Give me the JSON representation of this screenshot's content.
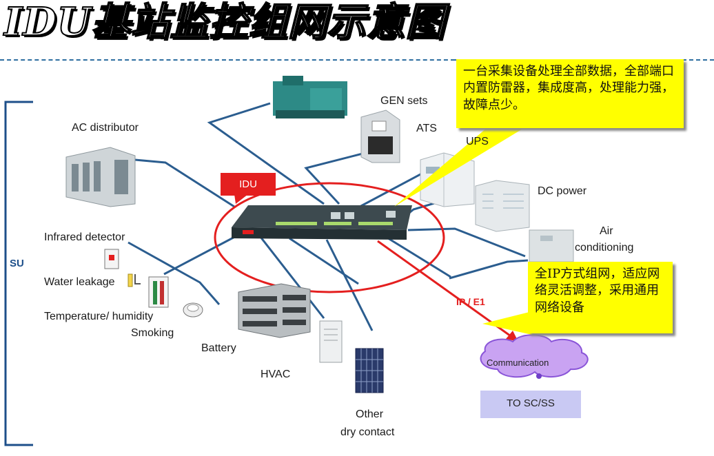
{
  "title": "IDU基站监控组网示意图",
  "callouts": {
    "top": "一台采集设备处理全部数据，全部端口内置防雷器，集成度高，处理能力强，故障点少。",
    "bottom": "全IP方式组网，适应网络灵活调整，采用通用网络设备"
  },
  "su_label": "SU",
  "idu_label": "IDU",
  "devices": {
    "gen_sets": "GEN sets",
    "ats": "ATS",
    "ups": "UPS",
    "dc_power": "DC power",
    "air_line1": "Air",
    "air_line2": "conditioning",
    "ac_distributor": "AC distributor",
    "infrared_detector": "Infrared detector",
    "water_leakage": "Water leakage",
    "temperature_humidity": "Temperature/ humidity",
    "smoking": "Smoking",
    "battery": "Battery",
    "hvac": "HVAC",
    "other_line1": "Other",
    "other_line2": "dry contact"
  },
  "link_label": "IP / E1",
  "communication": "Communication",
  "to_sc_ss": "TO SC/SS",
  "colors": {
    "link_line": "#2b5d8f",
    "ellipse": "#e41f1f",
    "callout": "#ffff00",
    "cloud": "#c9a3f2",
    "su_bracket": "#1d4f8a"
  }
}
